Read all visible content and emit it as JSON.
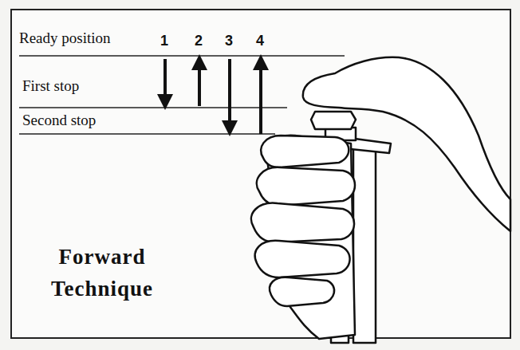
{
  "diagram": {
    "title": "Forward Technique",
    "labels": [
      "Ready position",
      "1",
      "2",
      "3",
      "4",
      "First stop",
      "Second stop"
    ]
  }
}
